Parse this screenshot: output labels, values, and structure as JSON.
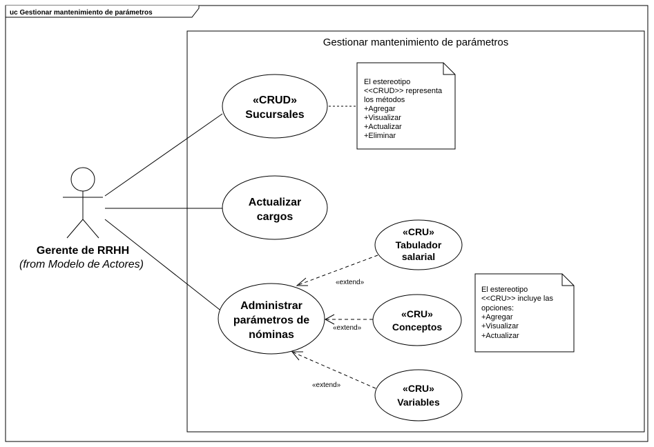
{
  "frame": {
    "label": "uc Gestionar mantenimiento de parámetros"
  },
  "boundary": {
    "title": "Gestionar mantenimiento de parámetros"
  },
  "actor": {
    "name": "Gerente de RRHH",
    "from": "(from Modelo de Actores)"
  },
  "use_cases": {
    "sucursales": {
      "stereotype": "«CRUD»",
      "name": "Sucursales"
    },
    "cargos": {
      "line1": "Actualizar",
      "line2": "cargos"
    },
    "nominas": {
      "line1": "Administrar",
      "line2": "parámetros de",
      "line3": "nóminas"
    },
    "tabulador": {
      "stereotype": "«CRU»",
      "line1": "Tabulador",
      "line2": "salarial"
    },
    "conceptos": {
      "stereotype": "«CRU»",
      "name": "Conceptos"
    },
    "variables": {
      "stereotype": "«CRU»",
      "name": "Variables"
    }
  },
  "notes": {
    "crud": {
      "lines": [
        "El estereotipo",
        "<<CRUD>> representa",
        "los métodos",
        "+Agregar",
        "+Visualizar",
        "+Actualizar",
        "+Eliminar"
      ]
    },
    "cru": {
      "lines": [
        "El estereotipo",
        "<<CRU>> incluye las",
        "opciones:",
        "+Agregar",
        "+Visualizar",
        "+Actualizar"
      ]
    }
  },
  "extend_labels": {
    "tabulador": "«extend»",
    "conceptos": "«extend»",
    "variables": "«extend»"
  }
}
